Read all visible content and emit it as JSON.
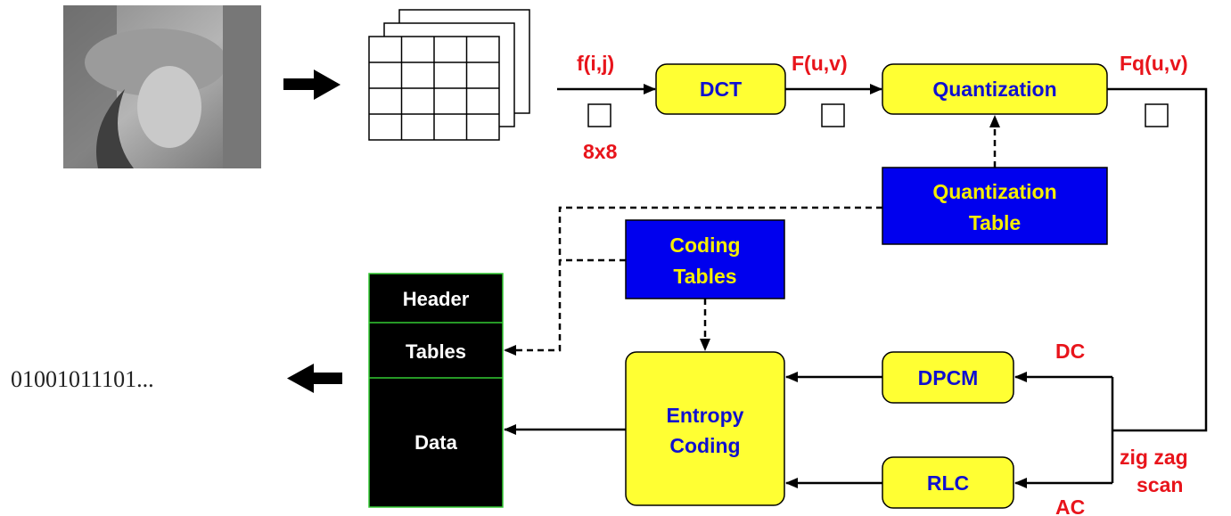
{
  "input": {
    "image": "photo-thumbnail",
    "block_label": "8x8"
  },
  "signals": {
    "spatial": "f(i,j)",
    "frequency": "F(u,v)",
    "quantized": "Fq(u,v)",
    "dc": "DC",
    "ac": "AC",
    "zigzag_line1": "zig zag",
    "zigzag_line2": "scan"
  },
  "blocks": {
    "dct": "DCT",
    "quantization": "Quantization",
    "quant_table_line1": "Quantization",
    "quant_table_line2": "Table",
    "coding_tables_line1": "Coding",
    "coding_tables_line2": "Tables",
    "entropy_line1": "Entropy",
    "entropy_line2": "Coding",
    "dpcm": "DPCM",
    "rlc": "RLC"
  },
  "output": {
    "header": "Header",
    "tables": "Tables",
    "data": "Data",
    "bitstream": "01001011101..."
  },
  "colors": {
    "yellow_box": "#ffff33",
    "blue_box": "#0000ee",
    "label_red": "#e8141b",
    "stream_border": "#33cc33"
  }
}
